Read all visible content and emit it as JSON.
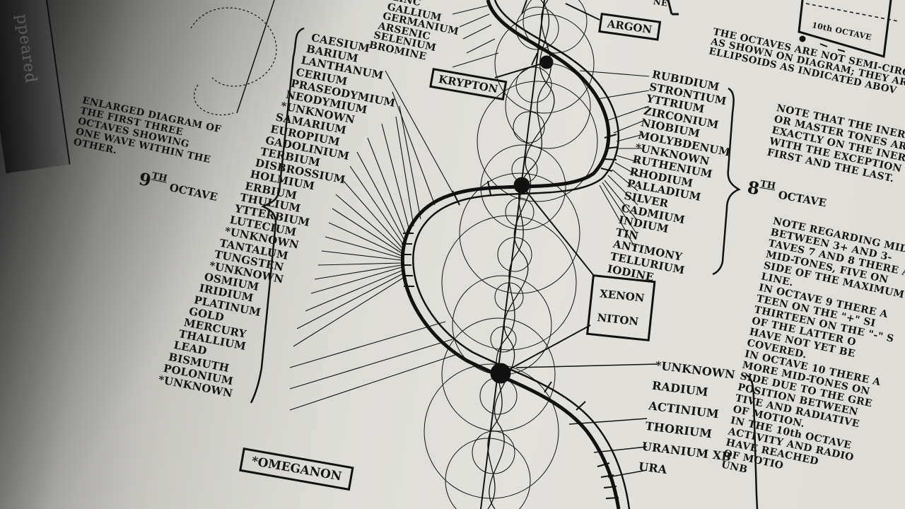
{
  "spine_text": "ppeared",
  "caption": "ENLARGED DIAGRAM OF\nTHE FIRST THREE\nOCTAVES SHOWING\nONE WAVE WITHIN THE\nOTHER.",
  "octave_left": {
    "number": "9",
    "suffix": "TH",
    "word": "OCTAVE"
  },
  "octave_right": {
    "number": "8",
    "suffix": "TH",
    "word": "OCTAVE"
  },
  "top_elements": [
    "ZINC",
    "GALLIUM",
    "GERMANIUM",
    "ARSENIC",
    "SELENIUM",
    "BROMINE"
  ],
  "left_elements": [
    "CAESIUM",
    "BARIUM",
    "LANTHANUM",
    "CERIUM",
    "PRASEODYMIUM",
    "NEODYMIUM",
    "*UNKNOWN",
    "SAMARIUM",
    "EUROPIUM",
    "GADOLINIUM",
    "TERBIUM",
    "DISBROSSIUM",
    "HOLMIUM",
    "ERBIUM",
    "THULIUM",
    "YTTERBIUM",
    "LUTECIUM",
    "*UNKNOWN",
    "TANTALUM",
    "TUNGSTEN",
    "*UNKNOWN",
    "OSMIUM",
    "IRIDIUM",
    "PLATINUM",
    "GOLD",
    "MERCURY",
    "THALLIUM",
    "LEAD",
    "BISMUTH",
    "POLONIUM",
    "*UNKNOWN"
  ],
  "right_elements": [
    "RUBIDIUM",
    "STRONTIUM",
    "YTTRIUM",
    "ZIRCONIUM",
    "NIOBIUM",
    "MOLYBDENUM",
    "*UNKNOWN",
    "RUTHENIUM",
    "RHODIUM",
    "PALLADIUM",
    "SILVER",
    "CADMIUM",
    "INDIUM",
    "TIN",
    "ANTIMONY",
    "TELLURIUM",
    "IODINE"
  ],
  "lower_right_elements": [
    "*UNKNOWN",
    "RADIUM",
    "ACTINIUM",
    "THORIUM",
    "URANIUM XB",
    "URA"
  ],
  "boxes": {
    "argon": "ARGON",
    "krypton": "KRYPTON",
    "xenon": "XENON",
    "niton": "NITON",
    "omeganon": "*OMEGANON"
  },
  "top_right_label": "10th OCTAVE",
  "top_right_fragment": "NE",
  "note_semicircular": "THE OCTAVES ARE NOT SEMI-CIRCULAR\nAS SHOWN ON DIAGRAM; THEY AR\nELLIPSOIDS AS INDICATED ABOV",
  "note_inert": "NOTE THAT THE INERT\nOR MASTER TONES AR\nEXACTLY ON THE INERT\nWITH THE EXCEPTION O\nFIRST AND THE LAST.",
  "note_midtones": "NOTE REGARDING MID\nBETWEEN 3+ AND 3-\nTAVES 7 AND 8 THERE A\nMID-TONES, FIVE ON\nSIDE OF THE MAXIMUM\nLINE.\nIN OCTAVE 9 THERE A\nTEEN ON THE \"+\" SI\nTHIRTEEN ON THE \"-\" S\nOF THE LATTER O\nHAVE NOT YET BE\nCOVERED.\nIN OCTAVE 10 THERE A\nMORE MID-TONES ON\nSIDE DUE TO THE GRE\nPOSITION BETWEEN\nTIVE AND RADIATIVE\nOF MOTION.\nIN THE 10th OCTAVE\nACTIVITY AND RADIO\nHAVE REACHED\nOF MOTIO\nUNB"
}
